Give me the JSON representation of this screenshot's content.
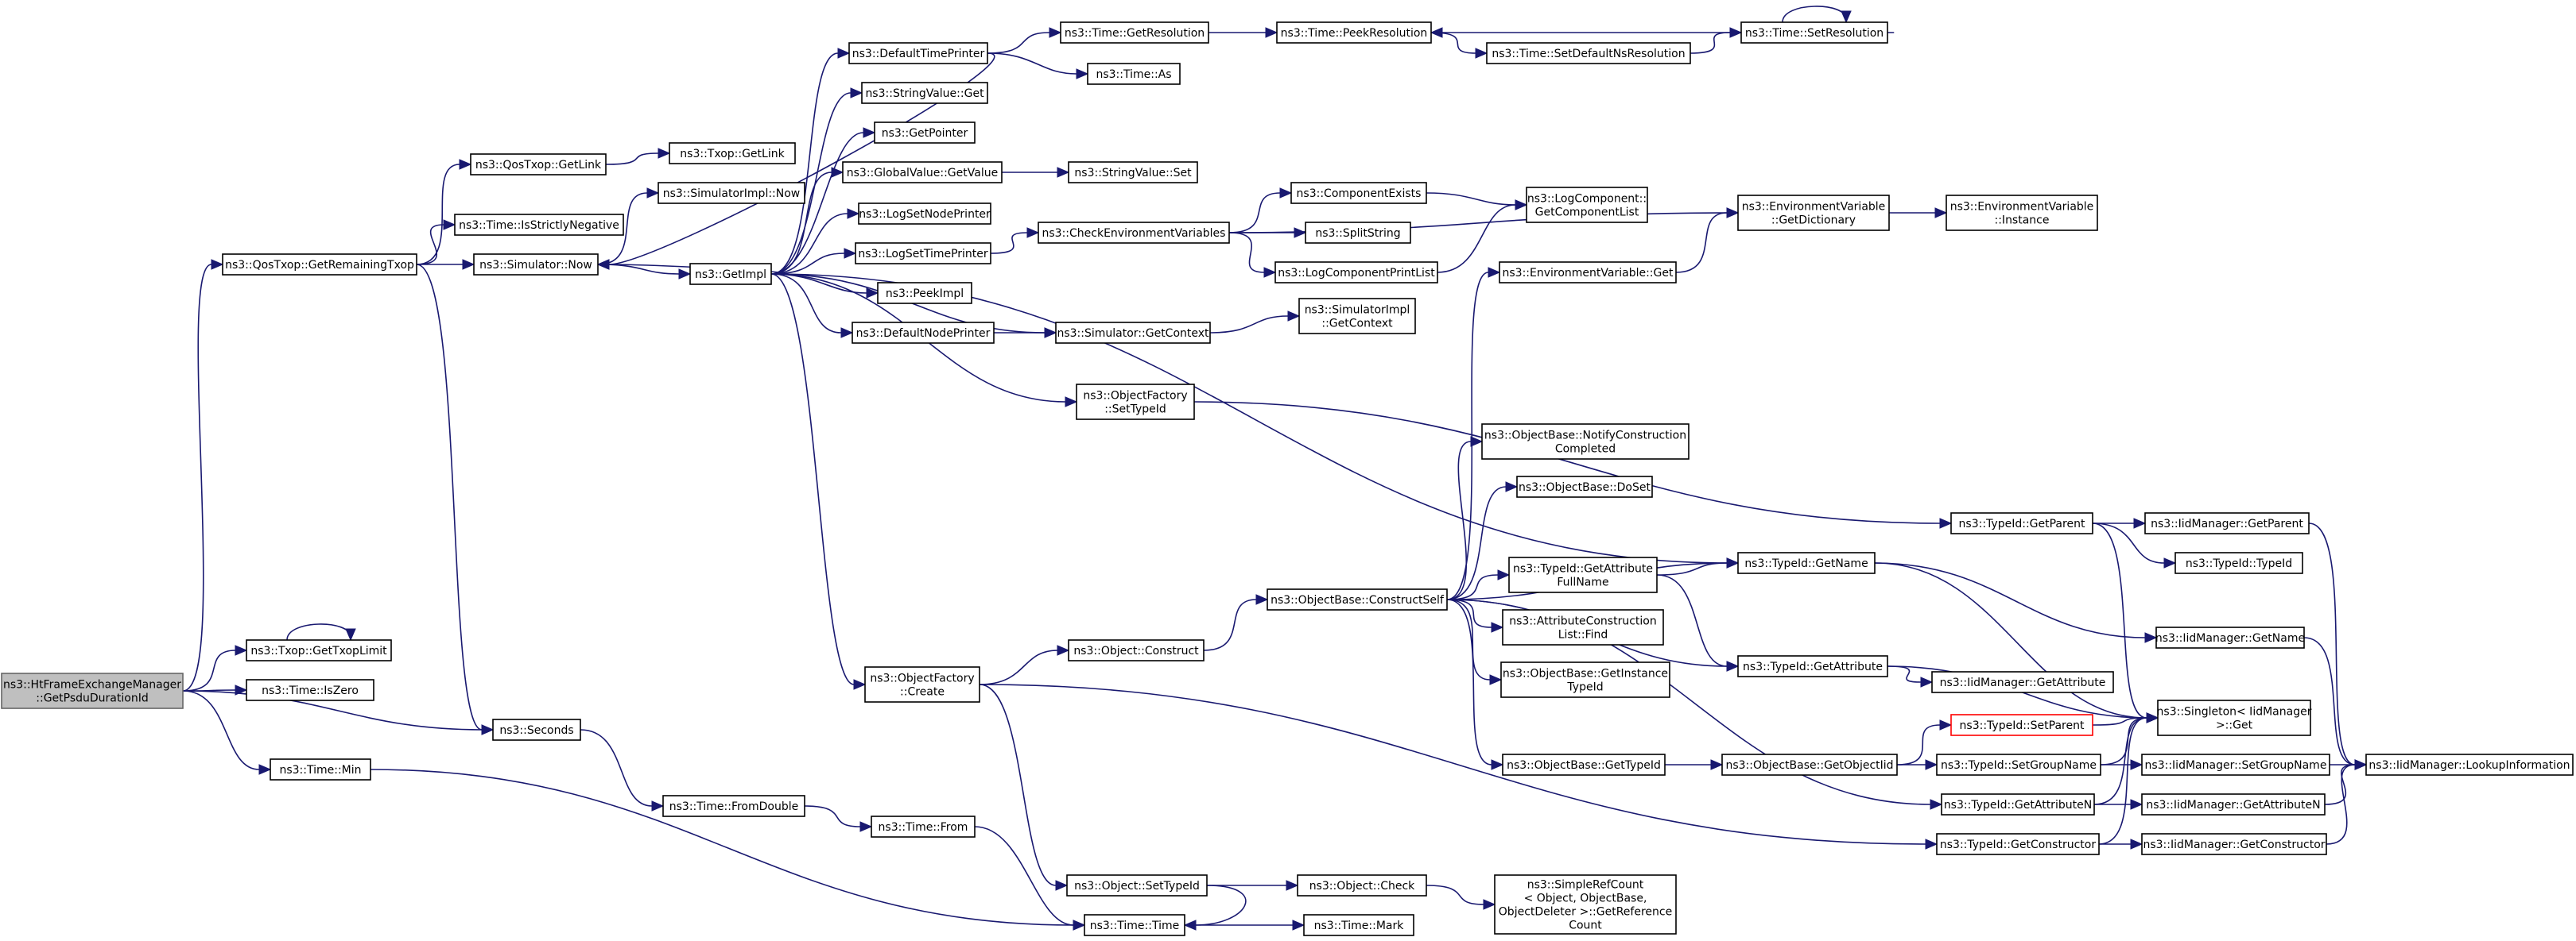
{
  "graph_title": "",
  "colors": {
    "edge": "#191970",
    "node_border": "#000000",
    "root_fill": "#bfbfbf",
    "highlight_border": "#ff0000"
  },
  "nodes": {
    "root": [
      "ns3::HtFrameExchangeManager",
      "::GetPsduDurationId"
    ],
    "qos_get_remaining_txop": [
      "ns3::QosTxop::GetRemainingTxop"
    ],
    "txop_get_txop_limit": [
      "ns3::Txop::GetTxopLimit"
    ],
    "time_is_zero": [
      "ns3::Time::IsZero"
    ],
    "seconds": [
      "ns3::Seconds"
    ],
    "time_min": [
      "ns3::Time::Min"
    ],
    "qos_get_link": [
      "ns3::QosTxop::GetLink"
    ],
    "txop_get_link": [
      "ns3::Txop::GetLink"
    ],
    "time_is_strictly_negative": [
      "ns3::Time::IsStrictlyNegative"
    ],
    "simulator_now": [
      "ns3::Simulator::Now"
    ],
    "simulator_impl_now": [
      "ns3::SimulatorImpl::Now"
    ],
    "get_impl": [
      "ns3::GetImpl"
    ],
    "default_time_printer": [
      "ns3::DefaultTimePrinter"
    ],
    "string_value_get": [
      "ns3::StringValue::Get"
    ],
    "get_pointer": [
      "ns3::GetPointer"
    ],
    "global_value_get_value": [
      "ns3::GlobalValue::GetValue"
    ],
    "log_set_node_printer": [
      "ns3::LogSetNodePrinter"
    ],
    "log_set_time_printer": [
      "ns3::LogSetTimePrinter"
    ],
    "peek_impl": [
      "ns3::PeekImpl"
    ],
    "default_node_printer": [
      "ns3::DefaultNodePrinter"
    ],
    "object_factory_create": [
      "ns3::ObjectFactory",
      "::Create"
    ],
    "time_get_resolution": [
      "ns3::Time::GetResolution"
    ],
    "time_as": [
      "ns3::Time::As"
    ],
    "time_peek_resolution": [
      "ns3::Time::PeekResolution"
    ],
    "time_set_default_ns_resolution": [
      "ns3::Time::SetDefaultNsResolution"
    ],
    "time_set_resolution": [
      "ns3::Time::SetResolution"
    ],
    "string_value_set": [
      "ns3::StringValue::Set"
    ],
    "check_environment_variables": [
      "ns3::CheckEnvironmentVariables"
    ],
    "component_exists": [
      "ns3::ComponentExists"
    ],
    "split_string": [
      "ns3::SplitString"
    ],
    "log_component_print_list": [
      "ns3::LogComponentPrintList"
    ],
    "log_component_get_component_list": [
      "ns3::LogComponent::",
      "GetComponentList"
    ],
    "env_var_get_dictionary": [
      "ns3::EnvironmentVariable",
      "::GetDictionary"
    ],
    "env_var_instance": [
      "ns3::EnvironmentVariable",
      "::Instance"
    ],
    "env_var_get": [
      "ns3::EnvironmentVariable::Get"
    ],
    "simulator_get_context": [
      "ns3::Simulator::GetContext"
    ],
    "simulator_impl_get_context": [
      "ns3::SimulatorImpl",
      "::GetContext"
    ],
    "object_factory_set_type_id": [
      "ns3::ObjectFactory",
      "::SetTypeId"
    ],
    "object_base_notify_construction_completed": [
      "ns3::ObjectBase::NotifyConstruction",
      "Completed"
    ],
    "object_base_do_set": [
      "ns3::ObjectBase::DoSet"
    ],
    "object_base_construct_self": [
      "ns3::ObjectBase::ConstructSelf"
    ],
    "type_id_get_attribute_full_name": [
      "ns3::TypeId::GetAttribute",
      "FullName"
    ],
    "attribute_construction_list_find": [
      "ns3::AttributeConstruction",
      "List::Find"
    ],
    "object_base_get_instance_type_id": [
      "ns3::ObjectBase::GetInstance",
      "TypeId"
    ],
    "object_base_get_type_id": [
      "ns3::ObjectBase::GetTypeId"
    ],
    "object_base_get_object_iid": [
      "ns3::ObjectBase::GetObjectIid"
    ],
    "type_id_get_parent": [
      "ns3::TypeId::GetParent"
    ],
    "type_id_get_name": [
      "ns3::TypeId::GetName"
    ],
    "type_id_get_attribute": [
      "ns3::TypeId::GetAttribute"
    ],
    "type_id_set_parent": [
      "ns3::TypeId::SetParent"
    ],
    "type_id_set_group_name": [
      "ns3::TypeId::SetGroupName"
    ],
    "type_id_get_attribute_n": [
      "ns3::TypeId::GetAttributeN"
    ],
    "type_id_get_constructor": [
      "ns3::TypeId::GetConstructor"
    ],
    "iid_manager_get_parent": [
      "ns3::IidManager::GetParent"
    ],
    "type_id_type_id": [
      "ns3::TypeId::TypeId"
    ],
    "iid_manager_get_name": [
      "ns3::IidManager::GetName"
    ],
    "iid_manager_get_attribute": [
      "ns3::IidManager::GetAttribute"
    ],
    "singleton_get": [
      "ns3::Singleton< IidManager",
      ">::Get"
    ],
    "iid_manager_set_group_name": [
      "ns3::IidManager::SetGroupName"
    ],
    "iid_manager_get_attribute_n": [
      "ns3::IidManager::GetAttributeN"
    ],
    "iid_manager_get_constructor": [
      "ns3::IidManager::GetConstructor"
    ],
    "iid_manager_lookup_information": [
      "ns3::IidManager::LookupInformation"
    ],
    "object_construct": [
      "ns3::Object::Construct"
    ],
    "object_set_type_id": [
      "ns3::Object::SetTypeId"
    ],
    "object_check": [
      "ns3::Object::Check"
    ],
    "simple_ref_count_get_reference_count": [
      "ns3::SimpleRefCount",
      "< Object, ObjectBase,",
      "ObjectDeleter >::GetReference",
      "Count"
    ],
    "time_from_double": [
      "ns3::Time::FromDouble"
    ],
    "time_from": [
      "ns3::Time::From"
    ],
    "time_time": [
      "ns3::Time::Time"
    ],
    "time_mark": [
      "ns3::Time::Mark"
    ]
  },
  "edges": [
    [
      "root",
      "qos_get_remaining_txop"
    ],
    [
      "root",
      "txop_get_txop_limit"
    ],
    [
      "root",
      "time_is_zero"
    ],
    [
      "root",
      "seconds"
    ],
    [
      "root",
      "time_min"
    ],
    [
      "qos_get_remaining_txop",
      "qos_get_link"
    ],
    [
      "qos_get_remaining_txop",
      "time_is_strictly_negative"
    ],
    [
      "qos_get_remaining_txop",
      "simulator_now"
    ],
    [
      "qos_get_remaining_txop",
      "seconds"
    ],
    [
      "txop_get_txop_limit",
      "txop_get_txop_limit"
    ],
    [
      "qos_get_link",
      "txop_get_link"
    ],
    [
      "simulator_now",
      "simulator_impl_now"
    ],
    [
      "simulator_now",
      "get_impl"
    ],
    [
      "get_impl",
      "default_time_printer"
    ],
    [
      "get_impl",
      "string_value_get"
    ],
    [
      "get_impl",
      "get_pointer"
    ],
    [
      "get_impl",
      "global_value_get_value"
    ],
    [
      "get_impl",
      "log_set_node_printer"
    ],
    [
      "get_impl",
      "log_set_time_printer"
    ],
    [
      "get_impl",
      "peek_impl"
    ],
    [
      "get_impl",
      "default_node_printer"
    ],
    [
      "get_impl",
      "simulator_get_context"
    ],
    [
      "get_impl",
      "object_factory_set_type_id"
    ],
    [
      "get_impl",
      "object_factory_create"
    ],
    [
      "get_impl",
      "simulator_now"
    ],
    [
      "get_impl",
      "type_id_get_name"
    ],
    [
      "default_time_printer",
      "time_get_resolution"
    ],
    [
      "default_time_printer",
      "time_as"
    ],
    [
      "default_time_printer",
      "simulator_now"
    ],
    [
      "time_get_resolution",
      "time_peek_resolution"
    ],
    [
      "time_set_resolution",
      "time_peek_resolution"
    ],
    [
      "time_set_resolution",
      "time_set_resolution"
    ],
    [
      "time_peek_resolution",
      "time_set_default_ns_resolution"
    ],
    [
      "time_set_default_ns_resolution",
      "time_set_resolution"
    ],
    [
      "global_value_get_value",
      "string_value_set"
    ],
    [
      "log_set_time_printer",
      "check_environment_variables"
    ],
    [
      "check_environment_variables",
      "component_exists"
    ],
    [
      "check_environment_variables",
      "split_string"
    ],
    [
      "check_environment_variables",
      "log_component_print_list"
    ],
    [
      "check_environment_variables",
      "env_var_get_dictionary"
    ],
    [
      "component_exists",
      "log_component_get_component_list"
    ],
    [
      "log_component_print_list",
      "log_component_get_component_list"
    ],
    [
      "env_var_get_dictionary",
      "env_var_instance"
    ],
    [
      "env_var_get",
      "env_var_get_dictionary"
    ],
    [
      "default_node_printer",
      "simulator_get_context"
    ],
    [
      "simulator_get_context",
      "simulator_impl_get_context"
    ],
    [
      "object_factory_set_type_id",
      "type_id_get_parent"
    ],
    [
      "object_factory_create",
      "object_construct"
    ],
    [
      "object_factory_create",
      "object_set_type_id"
    ],
    [
      "object_factory_create",
      "type_id_get_constructor"
    ],
    [
      "object_construct",
      "object_base_construct_self"
    ],
    [
      "object_base_construct_self",
      "env_var_get"
    ],
    [
      "object_base_construct_self",
      "object_base_notify_construction_completed"
    ],
    [
      "object_base_construct_self",
      "object_base_do_set"
    ],
    [
      "object_base_construct_self",
      "type_id_get_name"
    ],
    [
      "object_base_construct_self",
      "type_id_get_attribute_full_name"
    ],
    [
      "object_base_construct_self",
      "attribute_construction_list_find"
    ],
    [
      "object_base_construct_self",
      "object_base_get_instance_type_id"
    ],
    [
      "object_base_construct_self",
      "type_id_get_attribute"
    ],
    [
      "object_base_construct_self",
      "object_base_get_type_id"
    ],
    [
      "object_base_construct_self",
      "type_id_get_attribute_n"
    ],
    [
      "type_id_get_attribute_full_name",
      "type_id_get_name"
    ],
    [
      "type_id_get_attribute_full_name",
      "type_id_get_attribute"
    ],
    [
      "object_base_get_type_id",
      "object_base_get_object_iid"
    ],
    [
      "object_base_get_object_iid",
      "type_id_set_parent"
    ],
    [
      "object_base_get_object_iid",
      "type_id_set_group_name"
    ],
    [
      "type_id_get_parent",
      "iid_manager_get_parent"
    ],
    [
      "type_id_get_parent",
      "type_id_type_id"
    ],
    [
      "type_id_get_parent",
      "singleton_get"
    ],
    [
      "type_id_get_name",
      "iid_manager_get_name"
    ],
    [
      "type_id_get_name",
      "singleton_get"
    ],
    [
      "type_id_get_attribute",
      "iid_manager_get_attribute"
    ],
    [
      "type_id_get_attribute",
      "singleton_get"
    ],
    [
      "type_id_set_parent",
      "singleton_get"
    ],
    [
      "type_id_set_group_name",
      "singleton_get"
    ],
    [
      "type_id_set_group_name",
      "iid_manager_set_group_name"
    ],
    [
      "type_id_get_attribute_n",
      "singleton_get"
    ],
    [
      "type_id_get_attribute_n",
      "iid_manager_get_attribute_n"
    ],
    [
      "type_id_get_constructor",
      "singleton_get"
    ],
    [
      "type_id_get_constructor",
      "iid_manager_get_constructor"
    ],
    [
      "iid_manager_get_parent",
      "iid_manager_lookup_information"
    ],
    [
      "iid_manager_get_name",
      "iid_manager_lookup_information"
    ],
    [
      "iid_manager_set_group_name",
      "iid_manager_lookup_information"
    ],
    [
      "iid_manager_get_attribute_n",
      "iid_manager_lookup_information"
    ],
    [
      "iid_manager_get_constructor",
      "iid_manager_lookup_information"
    ],
    [
      "object_set_type_id",
      "object_check"
    ],
    [
      "object_check",
      "simple_ref_count_get_reference_count"
    ],
    [
      "seconds",
      "time_from_double"
    ],
    [
      "time_from_double",
      "time_from"
    ],
    [
      "time_from",
      "time_time"
    ],
    [
      "object_set_type_id",
      "time_time"
    ],
    [
      "time_min",
      "time_time"
    ],
    [
      "time_time",
      "time_mark"
    ]
  ]
}
